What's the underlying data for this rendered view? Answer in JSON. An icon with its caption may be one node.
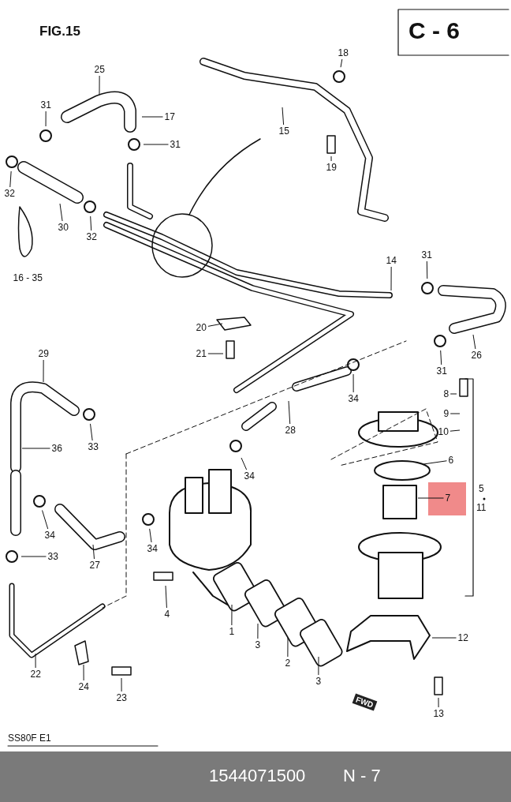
{
  "diagram": {
    "title": "FIG.15",
    "nodes": [
      {
        "text": [
          "25"
        ]
      },
      {
        "text": [
          "17"
        ]
      },
      {
        "text": [
          "31"
        ]
      },
      {
        "text": [
          "18"
        ]
      },
      {
        "text": [
          "15"
        ]
      },
      {
        "text": [
          "31"
        ]
      },
      {
        "text": [
          "19"
        ]
      },
      {
        "text": [
          "32"
        ]
      },
      {
        "text": [
          "30"
        ]
      },
      {
        "text": [
          "32"
        ]
      },
      {
        "text": [
          "16 - 35"
        ]
      },
      {
        "text": [
          "14"
        ]
      },
      {
        "text": [
          "31"
        ]
      },
      {
        "text": [
          "26"
        ]
      },
      {
        "text": [
          "31"
        ]
      },
      {
        "text": [
          "20"
        ]
      },
      {
        "text": [
          "21"
        ]
      },
      {
        "text": [
          "29"
        ]
      },
      {
        "text": [
          "34"
        ]
      },
      {
        "text": [
          "28"
        ]
      },
      {
        "text": [
          "8"
        ]
      },
      {
        "text": [
          "9"
        ]
      },
      {
        "text": [
          "10"
        ]
      },
      {
        "text": [
          "6"
        ]
      },
      {
        "text": [
          "7"
        ]
      },
      {
        "text": [
          "36"
        ]
      },
      {
        "text": [
          "33"
        ]
      },
      {
        "text": [
          "34"
        ]
      },
      {
        "text": [
          "34"
        ]
      },
      {
        "text": [
          "33"
        ]
      },
      {
        "text": [
          "27"
        ]
      },
      {
        "text": [
          "34"
        ]
      },
      {
        "text": [
          "4"
        ]
      },
      {
        "text": [
          "1"
        ]
      },
      {
        "text": [
          "3"
        ]
      },
      {
        "text": [
          "2"
        ]
      },
      {
        "text": [
          "3"
        ]
      },
      {
        "text": [
          "12"
        ]
      },
      {
        "text": [
          "22"
        ]
      },
      {
        "text": [
          "24"
        ]
      },
      {
        "text": [
          "23"
        ]
      },
      {
        "text": [
          "13"
        ]
      }
    ],
    "edges": [
      {
        "from": 0,
        "to": null,
        "arrow": "none"
      },
      {
        "from": 1,
        "to": null,
        "arrow": "none"
      },
      {
        "from": 2,
        "to": null,
        "arrow": "none"
      },
      {
        "from": 3,
        "to": null,
        "arrow": "none"
      },
      {
        "from": 4,
        "to": null,
        "arrow": "none"
      },
      {
        "from": 5,
        "to": null,
        "arrow": "none"
      },
      {
        "from": 6,
        "to": null,
        "arrow": "none"
      },
      {
        "from": 7,
        "to": null,
        "arrow": "none"
      },
      {
        "from": 8,
        "to": null,
        "arrow": "none"
      },
      {
        "from": 9,
        "to": null,
        "arrow": "none"
      },
      {
        "from": 11,
        "to": null,
        "arrow": "none"
      },
      {
        "from": 12,
        "to": null,
        "arrow": "none"
      },
      {
        "from": 13,
        "to": null,
        "arrow": "none"
      },
      {
        "from": 14,
        "to": null,
        "arrow": "none"
      },
      {
        "from": 15,
        "to": null,
        "arrow": "none"
      },
      {
        "from": 16,
        "to": null,
        "arrow": "none"
      },
      {
        "from": 17,
        "to": null,
        "arrow": "none"
      },
      {
        "from": 18,
        "to": null,
        "arrow": "none"
      },
      {
        "from": 19,
        "to": null,
        "arrow": "none"
      },
      {
        "from": 20,
        "to": null,
        "arrow": "none"
      },
      {
        "from": 21,
        "to": null,
        "arrow": "none"
      },
      {
        "from": 22,
        "to": null,
        "arrow": "none"
      },
      {
        "from": 23,
        "to": null,
        "arrow": "none"
      },
      {
        "from": 24,
        "to": null,
        "arrow": "none"
      },
      {
        "from": 25,
        "to": null,
        "arrow": "none"
      },
      {
        "from": 26,
        "to": null,
        "arrow": "none"
      },
      {
        "from": 27,
        "to": null,
        "arrow": "none"
      },
      {
        "from": 28,
        "to": null,
        "arrow": "none"
      },
      {
        "from": 29,
        "to": null,
        "arrow": "none"
      },
      {
        "from": 30,
        "to": null,
        "arrow": "none"
      },
      {
        "from": 31,
        "to": null,
        "arrow": "none"
      },
      {
        "from": 32,
        "to": null,
        "arrow": "none"
      },
      {
        "from": 33,
        "to": null,
        "arrow": "none"
      },
      {
        "from": 34,
        "to": null,
        "arrow": "none"
      },
      {
        "from": 35,
        "to": null,
        "arrow": "none"
      },
      {
        "from": 36,
        "to": null,
        "arrow": "none"
      },
      {
        "from": 37,
        "to": null,
        "arrow": "none"
      },
      {
        "from": 38,
        "to": null,
        "arrow": "none"
      },
      {
        "from": 39,
        "to": null,
        "arrow": "none"
      },
      {
        "from": 40,
        "to": null,
        "arrow": "none"
      },
      {
        "from": 41,
        "to": null,
        "arrow": "none"
      }
    ],
    "labels": [
      "C - 6",
      "5",
      "11",
      "FWD",
      "SS80F E1",
      "1544071500",
      "N - 7"
    ]
  }
}
